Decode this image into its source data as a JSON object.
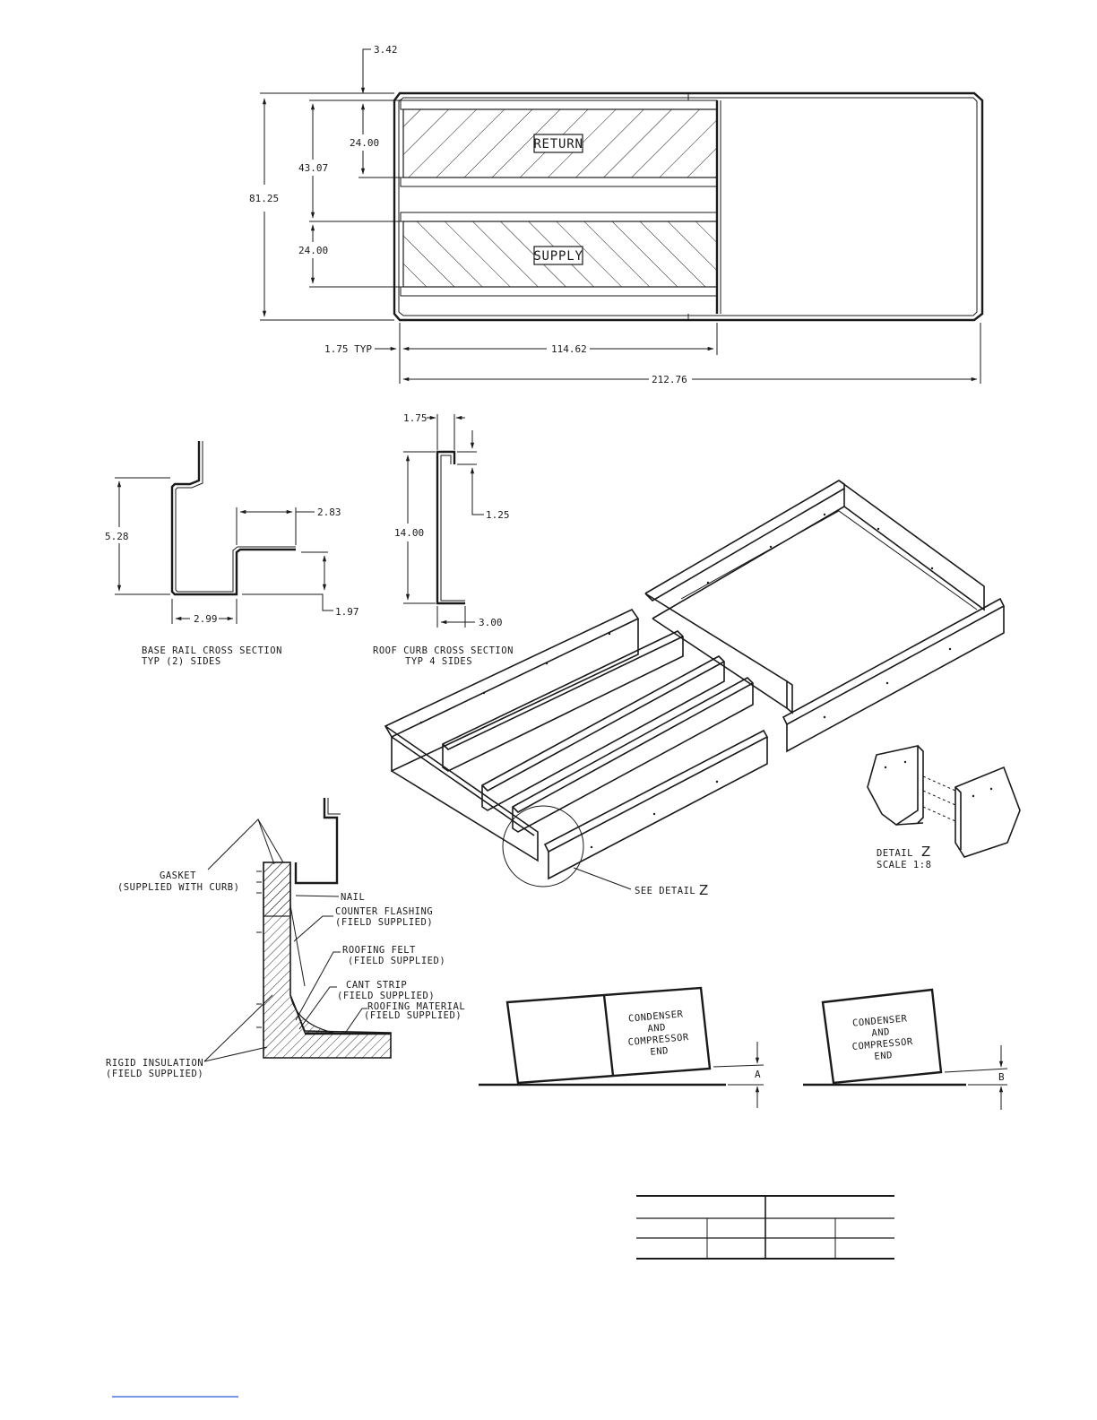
{
  "plan_view": {
    "dims": {
      "top_offset": "3.42",
      "overall_height": "81.25",
      "duct_span": "43.07",
      "return_height": "24.00",
      "supply_height": "24.00",
      "edge_typ": "1.75 TYP",
      "duct_length": "114.62",
      "overall_length": "212.76"
    },
    "labels": {
      "return": "RETURN",
      "supply": "SUPPLY"
    }
  },
  "base_rail": {
    "dims": {
      "height": "5.28",
      "step": "2.83",
      "width": "2.99",
      "offset": "1.97"
    },
    "caption_1": "BASE RAIL CROSS SECTION",
    "caption_2": "TYP (2) SIDES"
  },
  "roof_curb": {
    "dims": {
      "top": "1.75",
      "height": "14.00",
      "lip": "1.25",
      "base": "3.00"
    },
    "caption_1": "ROOF CURB CROSS SECTION",
    "caption_2": "TYP 4 SIDES"
  },
  "flashing_detail": {
    "gasket_1": "GASKET",
    "gasket_2": "(SUPPLIED WITH CURB)",
    "nail": "NAIL",
    "counter_1": "COUNTER FLASHING",
    "counter_2": "(FIELD SUPPLIED)",
    "felt_1": "ROOFING FELT",
    "felt_2": "(FIELD SUPPLIED)",
    "cant_1": "CANT STRIP",
    "cant_2": "(FIELD SUPPLIED)",
    "material_1": "ROOFING MATERIAL",
    "material_2": "(FIELD SUPPLIED)",
    "insul_1": "RIGID INSULATION",
    "insul_2": "(FIELD SUPPLIED)"
  },
  "isometric": {
    "see_detail": "SEE DETAIL",
    "detail_letter": "Z"
  },
  "detail_z": {
    "title": "DETAIL",
    "letter": "Z",
    "scale": "SCALE  1:8"
  },
  "level": {
    "unit_text_1": "CONDENSER",
    "unit_text_2": "AND",
    "unit_text_3": "COMPRESSOR",
    "unit_text_4": "END",
    "dim_a": "A",
    "dim_b": "B"
  },
  "colors": {
    "ink": "#1a1a1a",
    "link": "#2a5bd7"
  }
}
